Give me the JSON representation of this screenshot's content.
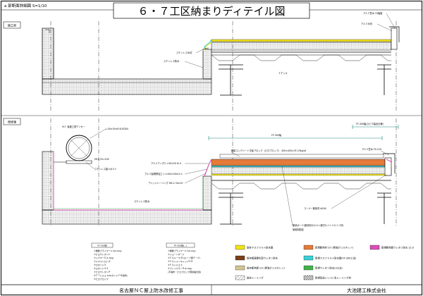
{
  "header": {
    "scale_note": "a 部断面詳細図 S=1/10",
    "title": "６・７工区納まりディテイル図"
  },
  "before": {
    "tag": "施工前",
    "labels": {
      "l1": "ステンレス防水",
      "l2": "ステンレス水切",
      "l3": "Ｉデッキ",
      "l4": "アルミ笠木 10幅度",
      "l5": "アルミ水切"
    }
  },
  "after": {
    "tag": "改修後",
    "labels": {
      "l1": "ＭＣ 後施工型アンカー",
      "l2": "L-50×50×6 SUS304",
      "l3": "M10,25=200",
      "l4": "ステンレス製Ｕボルト",
      "l5": "軽量コンクリート平板ブロック（ビロブロック） 450×450×35 23kg/㎡",
      "l6": "アルミ笠木 FS-120",
      "l7": "アルミアングル L50×50 t2.5",
      "l8": "アルミ製物押加工 L=100×200×2.0",
      "l9": "ブリッジシーリング MS-2 30×15",
      "l10": "コーナー断熱材 Φ200",
      "l11": "断熱ボード(断熱材のエキシ層付ケイシリケイト材)",
      "l12": "接着剤固定",
      "l13": "ステンレス防水",
      "l14": "FF-300幅",
      "l15": "FF-300幅(ひとり幅出仕様)"
    }
  },
  "notes": {
    "left_title": "FF-300幅",
    "left": [
      "①機能プライマーC-3(0.2kg)",
      "②ビロウレタンC",
      "③シゲマーＥ(1.5kg)",
      "④ルマストロング",
      "⑤ロボンドＸ",
      "⑥ロボンドＸＸ",
      "⑦ビロウレタンＰ",
      "⑧ＦＴシルエ 100(ボンドＦＢ溶剤)",
      "⑨ビロブロック"
    ],
    "right_title": "FF-300幅(...)",
    "right": [
      "①機能プライマーC-3(0.2kg)",
      "②ショーンボード",
      "③ＦＡルーフ(Ｒ)(ルーフ部テープ)",
      "④ＦＡシャンキャップＳＲ",
      "⑤ＦＡシルエ S",
      "⑥ブレイカラーＲ(0.3kg)",
      "(不織布・ビロブロック部常設仕様)"
    ]
  },
  "legend": [
    {
      "label": "既存アスファルト防水層",
      "color": "#f1e21b",
      "pattern": "solid"
    },
    {
      "label": "新規断熱材 CO (発泡ポリスチレン)",
      "color": "#e57a3a",
      "pattern": "solid"
    },
    {
      "label": "新規断熱層ウレタン防水 12.0",
      "color": "#d94fb7",
      "pattern": "solid"
    },
    {
      "label": "既存超速硬化型ウレタン防水",
      "color": "#7a3f1a",
      "pattern": "solid"
    },
    {
      "label": "新規アスファルト防水層(FF-300工法)",
      "color": "#3ad0d8",
      "pattern": "solid"
    },
    {
      "label": "既存断熱層 CO (発泡ポリスチレン)",
      "color": "#e7d7a0",
      "pattern": "solid"
    },
    {
      "label": "新規ウレタン防水(3工法)",
      "color": "#41b24a",
      "pattern": "solid"
    },
    {
      "label": "既存シーリング",
      "color": "#ffffff",
      "pattern": "hatch"
    },
    {
      "label": "新規変成シリコン系シーリング材",
      "color": "#ffffff",
      "pattern": "cross"
    }
  ],
  "footer": {
    "project": "名古屋ＮＣ屋上防水改修工事",
    "company": "大池建工株式会社"
  },
  "colors": {
    "line": "#000000",
    "yellow": "#f1e21b",
    "orange": "#e57a3a",
    "magenta": "#d94fb7",
    "cyan": "#3ad0d8",
    "green": "#41b24a",
    "dim": "#1a8a7a"
  }
}
